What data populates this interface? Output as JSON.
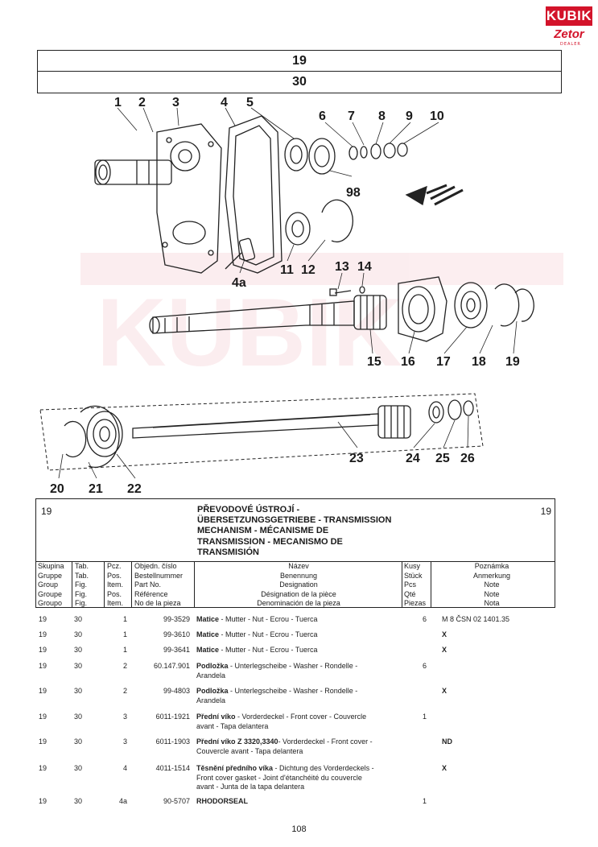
{
  "logo": {
    "top": "KUBIK",
    "bottom": "Zetor",
    "sub": "DEALER"
  },
  "header": {
    "group": "19",
    "table": "30"
  },
  "diagram": {
    "callouts": [
      "1",
      "2",
      "3",
      "4",
      "5",
      "6",
      "7",
      "8",
      "9",
      "10",
      "98",
      "11",
      "12",
      "4a",
      "13",
      "14",
      "15",
      "16",
      "17",
      "18",
      "19",
      "20",
      "21",
      "22",
      "23",
      "24",
      "25",
      "26"
    ]
  },
  "section": {
    "group_left": "19",
    "group_right": "19",
    "title_lines": [
      "PŘEVODOVÉ ÚSTROJÍ -",
      "ÜBERSETZUNGSGETRIEBE - TRANSMISSION",
      "MECHANISM - MÉCANISME DE",
      "TRANSMISSION - MECANISMO DE",
      "TRANSMISIÓN"
    ]
  },
  "columns": {
    "group": [
      "Skupina",
      "Gruppe",
      "Group",
      "Groupe",
      "Groupo"
    ],
    "tab": [
      "Tab.",
      "Tab.",
      "Fig.",
      "Fig.",
      "Fig."
    ],
    "pos": [
      "Pcz.",
      "Pos.",
      "Item.",
      "Pos.",
      "Item."
    ],
    "part": [
      "Objedn. číslo",
      "Bestellnummer",
      "Part No.",
      "Référence",
      "No de la pieza"
    ],
    "name": [
      "Název",
      "Benennung",
      "Designation",
      "Désignation de la pièce",
      "Denominación de la pieza"
    ],
    "qty": [
      "Kusy",
      "Stück",
      "Pcs",
      "Qté",
      "Piezas"
    ],
    "note": [
      "Poznámka",
      "Anmerkung",
      "Note",
      "Note",
      "Nota"
    ]
  },
  "rows": [
    {
      "group": "19",
      "tab": "30",
      "pos": "1",
      "part": "99-3529",
      "name_bold": "Matice",
      "name": " - Mutter - Nut - Ecrou - Tuerca",
      "name2": "",
      "qty": "6",
      "note": "M 8 ČSN 02 1401.35"
    },
    {
      "group": "19",
      "tab": "30",
      "pos": "1",
      "part": "99-3610",
      "name_bold": "Matice",
      "name": " - Mutter - Nut - Ecrou - Tuerca",
      "name2": "",
      "qty": "",
      "note": "X"
    },
    {
      "group": "19",
      "tab": "30",
      "pos": "1",
      "part": "99-3641",
      "name_bold": "Matice",
      "name": " - Mutter - Nut - Ecrou - Tuerca",
      "name2": "",
      "qty": "",
      "note": "X"
    },
    {
      "group": "19",
      "tab": "30",
      "pos": "2",
      "part": "60.147.901",
      "name_bold": "Podložka",
      "name": " - Unterlegscheibe - Washer - Rondelle -",
      "name2": "Arandela",
      "qty": "6",
      "note": ""
    },
    {
      "group": "19",
      "tab": "30",
      "pos": "2",
      "part": "99-4803",
      "name_bold": "Podložka",
      "name": " - Unterlegscheibe - Washer - Rondelle -",
      "name2": "Arandela",
      "qty": "",
      "note": "X"
    },
    {
      "group": "19",
      "tab": "30",
      "pos": "3",
      "part": "6011-1921",
      "name_bold": "Přední víko",
      "name": " - Vorderdeckel - Front cover - Couvercle",
      "name2": "avant - Tapa delantera",
      "qty": "1",
      "note": ""
    },
    {
      "group": "19",
      "tab": "30",
      "pos": "3",
      "part": "6011-1903",
      "name_bold": "Přední víko Z 3320,3340",
      "name": "- Vorderdeckel - Front cover -",
      "name2": "Couvercle avant - Tapa delantera",
      "qty": "",
      "note": "ND"
    },
    {
      "group": "19",
      "tab": "30",
      "pos": "4",
      "part": "4011-1514",
      "name_bold": "Těsnění předního víka",
      "name": " - Dichtung des Vorderdeckels -",
      "name2": "Front cover gasket - Joint d'étanchéité du couvercle",
      "name3": "avant - Junta de la tapa delantera",
      "qty": "",
      "note": "X"
    },
    {
      "group": "19",
      "tab": "30",
      "pos": "4a",
      "part": "90-5707",
      "name_bold": "RHODORSEAL",
      "name": "",
      "name2": "",
      "qty": "1",
      "note": ""
    }
  ],
  "page_number": "108"
}
